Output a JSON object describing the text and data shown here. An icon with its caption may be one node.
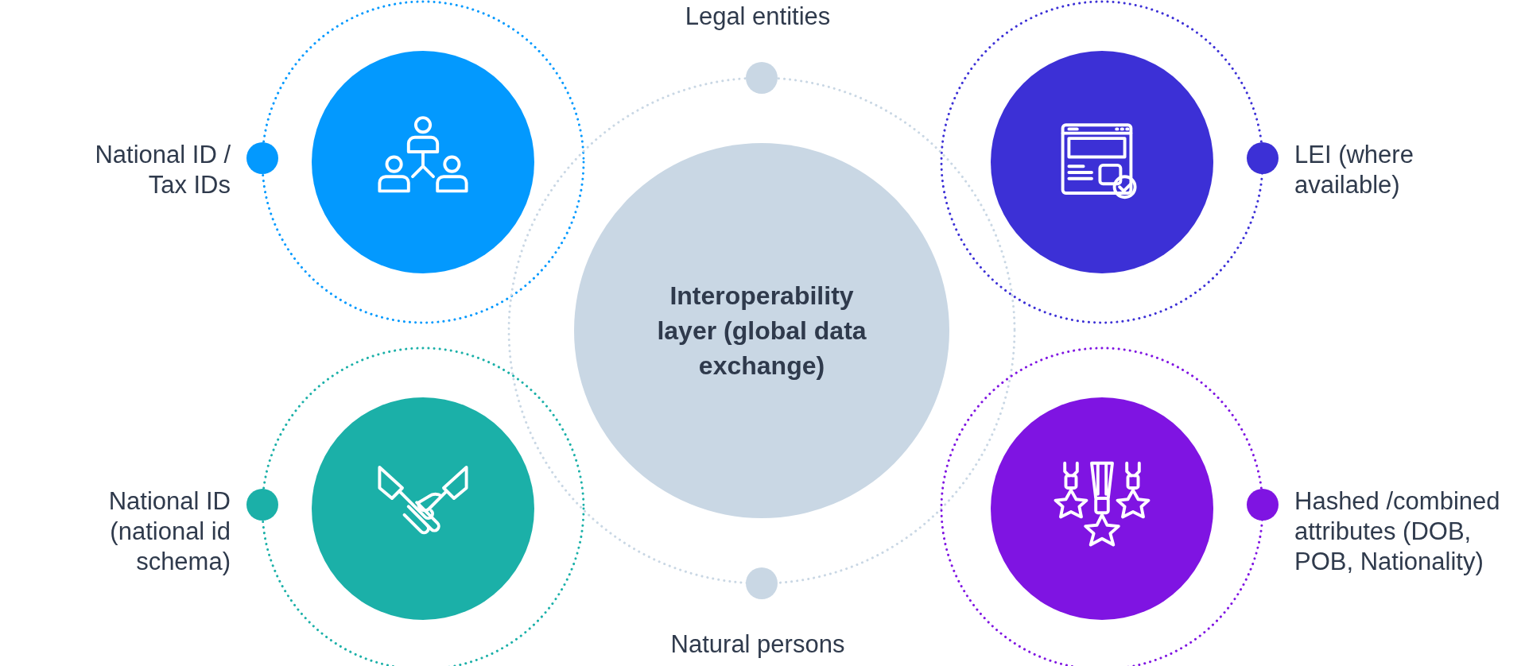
{
  "diagram": {
    "nodes": [
      {
        "text": [],
        "shape": "circle",
        "beside": [
          "National ID / Tax IDs"
        ]
      },
      {
        "text": [],
        "shape": "circle",
        "beside": [
          "LEI (where available)"
        ]
      },
      {
        "text": [
          "Interoperability layer (global data exchange)"
        ]
      },
      {
        "text": [],
        "shape": "circle",
        "beside": [
          "National ID (national id schema)"
        ]
      },
      {
        "text": [],
        "shape": "circle",
        "beside": [
          "Hashed /combined attributes (DOB, POB, Nationality)"
        ]
      }
    ],
    "edges": [],
    "labels": [
      "Legal entities",
      "Natural persons"
    ]
  }
}
